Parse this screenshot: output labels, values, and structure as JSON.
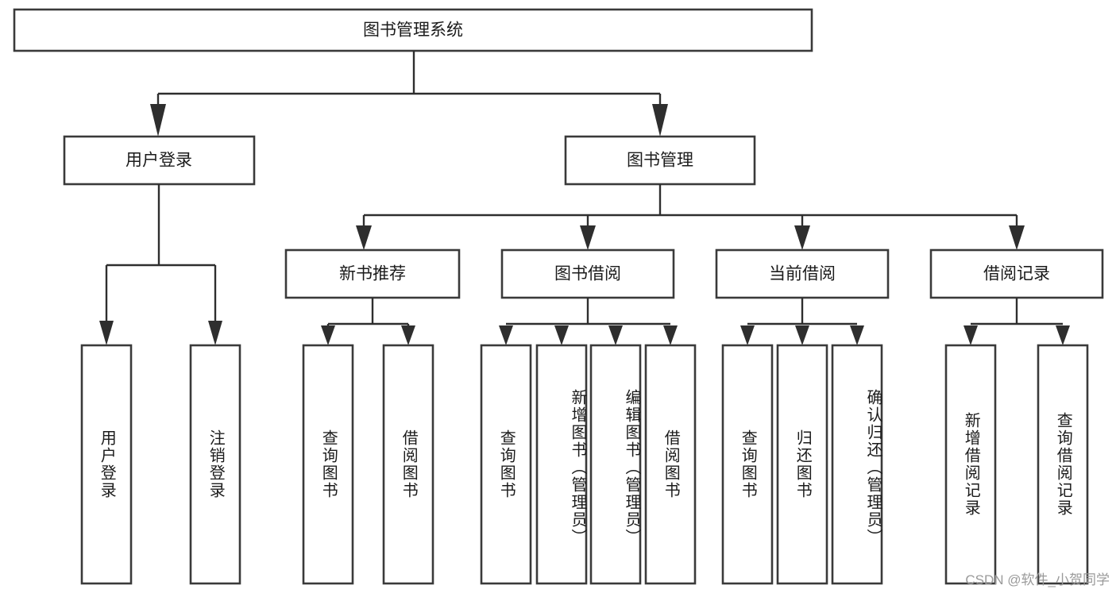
{
  "diagram": {
    "type": "tree-hierarchy",
    "title": "图书管理系统",
    "watermark": "CSDN @软件_小贺同学",
    "colors": {
      "background": "#ffffff",
      "box_stroke": "#3a3a3a",
      "connector": "#2e2e2e",
      "text": "#1b1b1b",
      "watermark": "#9a9a9a"
    },
    "levels": {
      "root": {
        "label": "图书管理系统"
      },
      "level2": [
        {
          "label": "用户登录"
        },
        {
          "label": "图书管理"
        }
      ],
      "level3": [
        {
          "label": "新书推荐"
        },
        {
          "label": "图书借阅"
        },
        {
          "label": "当前借阅"
        },
        {
          "label": "借阅记录"
        }
      ]
    },
    "leaves": {
      "user_login": [
        {
          "label": "用户登录"
        },
        {
          "label": "注销登录"
        }
      ],
      "new_book_recommend": [
        {
          "label": "查询图书"
        },
        {
          "label": "借阅图书"
        }
      ],
      "book_borrow": [
        {
          "label": "查询图书"
        },
        {
          "label": "新增图书（管理员）"
        },
        {
          "label": "编辑图书（管理员）"
        },
        {
          "label": "借阅图书"
        }
      ],
      "current_borrow": [
        {
          "label": "查询图书"
        },
        {
          "label": "归还图书"
        },
        {
          "label": "确认归还（管理员）"
        }
      ],
      "borrow_record": [
        {
          "label": "新增借阅记录"
        },
        {
          "label": "查询借阅记录"
        }
      ]
    }
  }
}
